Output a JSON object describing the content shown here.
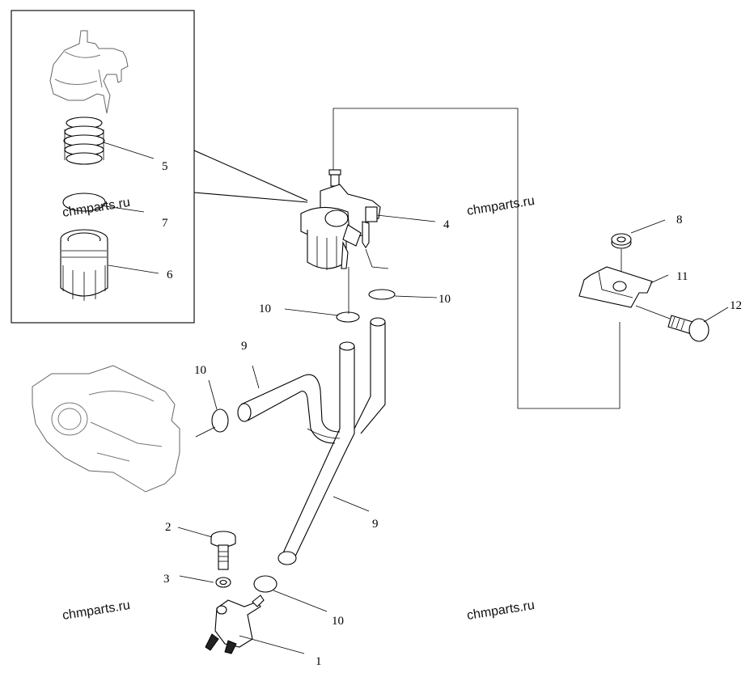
{
  "watermark": "chmparts.ru",
  "callouts": {
    "c1": "1",
    "c2": "2",
    "c3": "3",
    "c4": "4",
    "c5": "5",
    "c6": "6",
    "c7": "7",
    "c8": "8",
    "c9a": "9",
    "c9b": "9",
    "c10a": "10",
    "c10b": "10",
    "c10c": "10",
    "c10d": "10",
    "c11": "11",
    "c12": "12"
  }
}
